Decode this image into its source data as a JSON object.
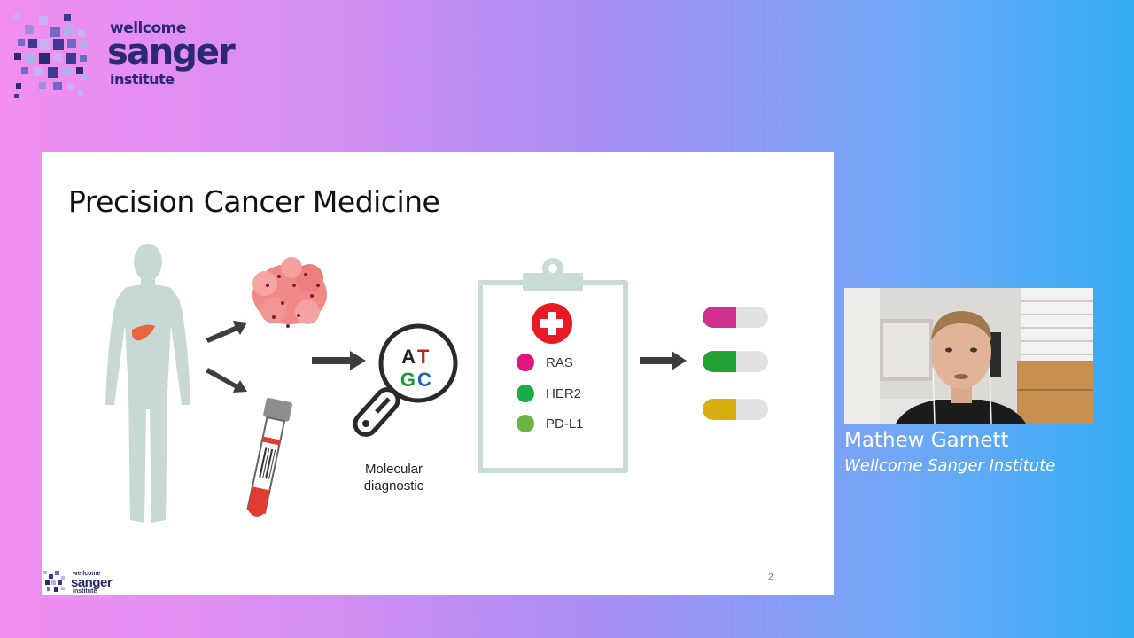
{
  "brand": {
    "line1": "wellcome",
    "line2": "sanger",
    "line3": "institute"
  },
  "slide": {
    "title": "Precision Cancer Medicine",
    "dna_letters": {
      "a": "A",
      "t": "T",
      "g": "G",
      "c": "C"
    },
    "molecular_label": "Molecular diagnostic",
    "markers": [
      {
        "label": "RAS",
        "color": "#e0157f"
      },
      {
        "label": "HER2",
        "color": "#1aae48"
      },
      {
        "label": "PD-L1",
        "color": "#6cb545"
      }
    ],
    "pill_colors": [
      "#d0318e",
      "#23a335",
      "#d6b011"
    ],
    "page_number": "2"
  },
  "speaker": {
    "name": "Mathew Garnett",
    "org": "Wellcome Sanger Institute"
  }
}
